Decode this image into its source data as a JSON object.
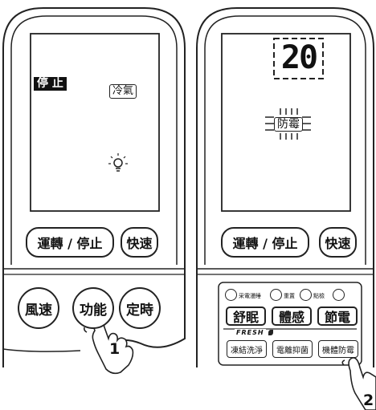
{
  "left_remote": {
    "display": {
      "status_label": "停 止",
      "mode_label": "冷氣"
    },
    "buttons": {
      "power": "運轉 / 停止",
      "turbo": "快速",
      "fan": "風速",
      "function": "功能",
      "timer": "定時"
    },
    "step_number": "1"
  },
  "right_remote": {
    "display": {
      "temperature": "20",
      "anti_mold_label": "防霉"
    },
    "buttons": {
      "power": "運轉 / 停止",
      "turbo": "快速"
    },
    "panel": {
      "indicators": [
        "采電漫睡",
        "重置",
        "點檢",
        ""
      ],
      "comfort_buttons": [
        "舒眠",
        "體感",
        "節電"
      ],
      "fresh_logo": "FRESH",
      "fresh_buttons": [
        "凍結洗淨",
        "電離抑菌",
        "機體防霉"
      ]
    },
    "step_number": "2"
  },
  "colors": {
    "outline": "#222222",
    "lcd_background": "#ffffff",
    "highlight_background": "#111111"
  }
}
